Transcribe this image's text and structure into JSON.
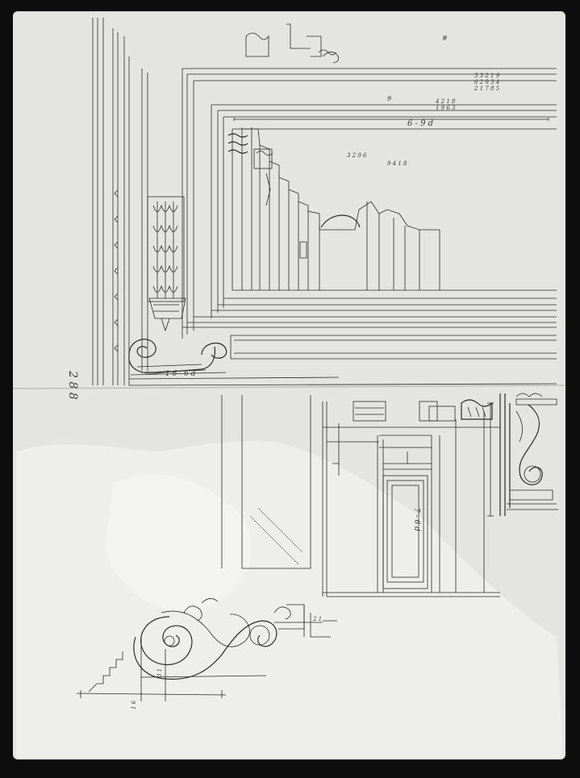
{
  "sheet": {
    "background": "#0d0d0d",
    "paper_color": "#e6e6e3",
    "ink_color": "#2a2a2a"
  },
  "annotations": {
    "top_dimension": "6 - 9 d",
    "plinth_dimension": "1 6 - 6 d",
    "panel_height": "7 - 6 d",
    "side_number": "2 8 8"
  }
}
